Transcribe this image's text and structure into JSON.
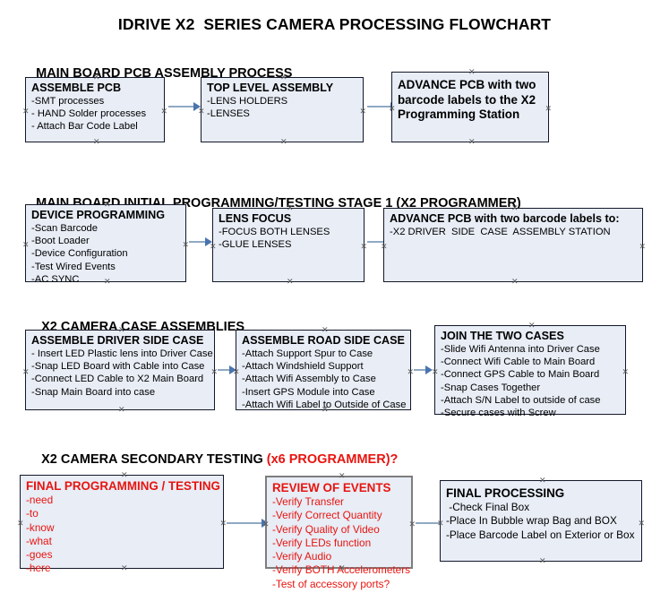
{
  "document": {
    "title": "IDRIVE X2  SERIES CAMERA PROCESSING FLOWCHART"
  },
  "colors": {
    "node_fill": "#e8edf6",
    "node_border": "#12182a",
    "node_border_gray": "#7d7d7d",
    "connector": "#8fa9c4",
    "arrow_head": "#4a74b0",
    "text": "#000000",
    "accent_red": "#e8140f"
  },
  "sections": [
    {
      "heading": "MAIN BOARD PCB ASSEMBLY PROCESS",
      "heading_accent": "",
      "nodes": [
        {
          "title": "ASSEMBLE PCB",
          "lines": [
            "-SMT processes",
            "- HAND Solder processes",
            "- Attach Bar Code Label"
          ]
        },
        {
          "title": "TOP LEVEL ASSEMBLY",
          "lines": [
            "-LENS HOLDERS",
            "-LENSES"
          ]
        },
        {
          "title": "ADVANCE PCB with two barcode labels to the  X2 Programming Station",
          "lines": []
        }
      ]
    },
    {
      "heading": "MAIN BOARD INITIAL PROGRAMMING/TESTING STAGE 1 (X2 PROGRAMMER)",
      "heading_accent": "",
      "nodes": [
        {
          "title": "DEVICE PROGRAMMING",
          "lines": [
            "-Scan Barcode",
            "-Boot Loader",
            "-Device Configuration",
            "-Test Wired Events",
            "-AC SYNC"
          ]
        },
        {
          "title": "LENS FOCUS",
          "lines": [
            "-FOCUS BOTH LENSES",
            "-GLUE LENSES"
          ]
        },
        {
          "title": "ADVANCE PCB with two barcode labels to:",
          "lines": [
            "-X2 DRIVER  SIDE  CASE  ASSEMBLY STATION"
          ]
        }
      ]
    },
    {
      "heading": "X2 CAMERA CASE ASSEMBLIES",
      "heading_accent": "",
      "nodes": [
        {
          "title": "ASSEMBLE DRIVER SIDE CASE",
          "lines": [
            "- Insert LED Plastic lens into Driver Case",
            "-Snap LED Board with Cable into Case",
            "-Connect LED Cable to X2 Main Board",
            "-Snap Main Board into case"
          ]
        },
        {
          "title": "ASSEMBLE ROAD SIDE CASE",
          "lines": [
            "-Attach Support Spur to Case",
            "-Attach Windshield Support",
            "-Attach Wifi Assembly to Case",
            "-Insert GPS Module into Case",
            "-Attach Wifi Label to Outside of Case"
          ]
        },
        {
          "title": "JOIN THE TWO CASES",
          "lines": [
            "-Slide Wifi Antenna into Driver Case",
            "-Connect Wifi Cable to Main Board",
            "-Connect GPS Cable to Main Board",
            "-Snap Cases Together",
            "-Attach S/N Label to outside of case",
            "-Secure cases with Screw"
          ]
        }
      ]
    },
    {
      "heading": "X2 CAMERA SECONDARY TESTING ",
      "heading_accent": "(x6 PROGRAMMER)?",
      "nodes": [
        {
          "title": "FINAL PROGRAMMING / TESTING",
          "lines": [
            "-need",
            "-to",
            "-know",
            "-what",
            "-goes",
            "-here"
          ]
        },
        {
          "title": "REVIEW OF EVENTS",
          "lines": [
            "-Verify Transfer",
            "-Verify Correct Quantity",
            "-Verify Quality of Video",
            "-Verify LEDs function",
            "-Verify Audio",
            "-Verify BOTH Accelerometers",
            "-Test of accessory ports?"
          ]
        },
        {
          "title": "FINAL PROCESSING",
          "lines": [
            " -Check Final Box",
            "-Place In Bubble wrap Bag and BOX",
            "-Place Barcode Label on Exterior or Box"
          ]
        }
      ]
    }
  ]
}
